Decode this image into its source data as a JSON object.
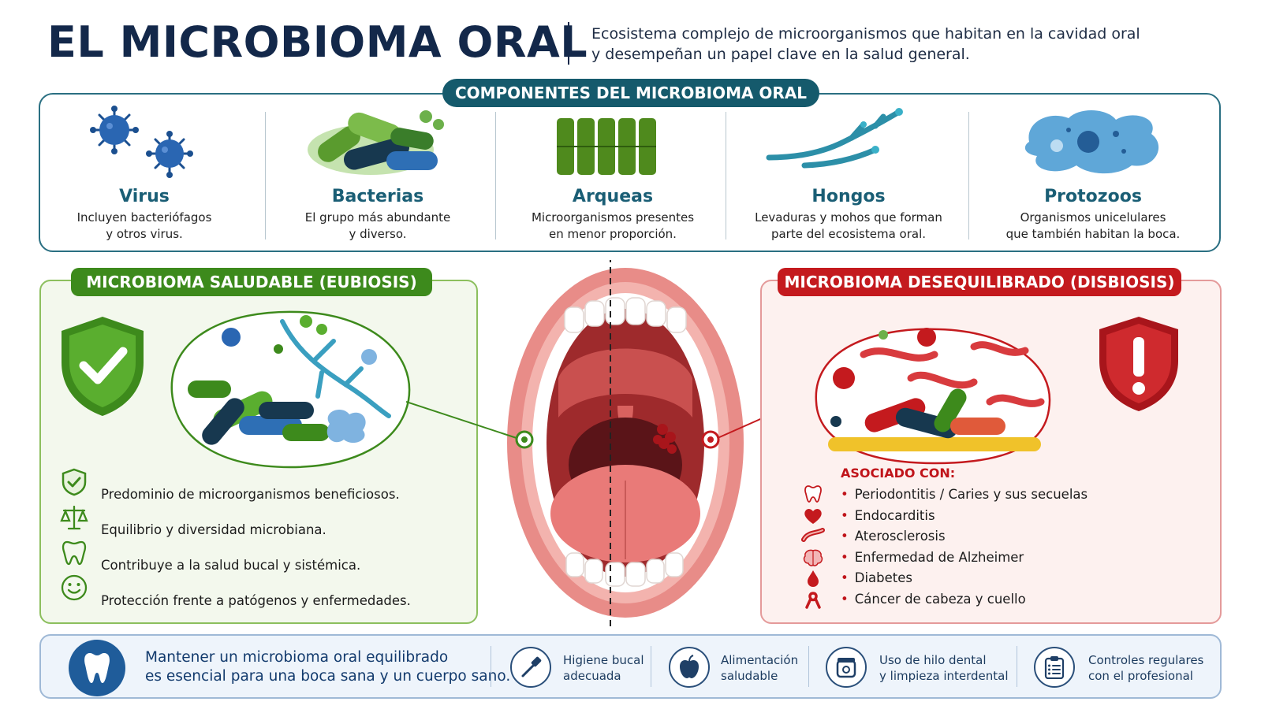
{
  "header": {
    "title": "EL MICROBIOMA ORAL",
    "subtitle_line1": "Ecosistema complejo de microorganismos que habitan en la cavidad oral",
    "subtitle_line2": "y desempeñan un papel clave en la salud general."
  },
  "components": {
    "title": "COMPONENTES DEL MICROBIOMA ORAL",
    "items": [
      {
        "name": "Virus",
        "desc_line1": "Incluyen bacteriófagos",
        "desc_line2": "y otros virus.",
        "icon": "virus-icon"
      },
      {
        "name": "Bacterias",
        "desc_line1": "El grupo más abundante",
        "desc_line2": "y diverso.",
        "icon": "bacteria-icon"
      },
      {
        "name": "Arqueas",
        "desc_line1": "Microorganismos presentes",
        "desc_line2": "en menor proporción.",
        "icon": "archaea-icon"
      },
      {
        "name": "Hongos",
        "desc_line1": "Levaduras y mohos que forman",
        "desc_line2": "parte del ecosistema oral.",
        "icon": "fungi-icon"
      },
      {
        "name": "Protozoos",
        "desc_line1": "Organismos unicelulares",
        "desc_line2": "que también habitan la boca.",
        "icon": "protozoa-icon"
      }
    ]
  },
  "eubiosis": {
    "title": "MICROBIOMA SALUDABLE (EUBIOSIS)",
    "items": [
      {
        "text": "Predominio de microorganismos beneficiosos.",
        "icon": "shield-check-icon"
      },
      {
        "text": "Equilibrio y diversidad microbiana.",
        "icon": "balance-scale-icon"
      },
      {
        "text": "Contribuye a la salud bucal y sistémica.",
        "icon": "tooth-icon"
      },
      {
        "text": "Protección frente a patógenos y enfermedades.",
        "icon": "smiley-icon"
      }
    ]
  },
  "disbiosis": {
    "title": "MICROBIOMA DESEQUILIBRADO (DISBIOSIS)",
    "assoc_label": "ASOCIADO CON:",
    "items": [
      {
        "text": "Periodontitis / Caries y sus secuelas",
        "icon": "tooth-icon"
      },
      {
        "text": "Endocarditis",
        "icon": "heart-icon"
      },
      {
        "text": "Aterosclerosis",
        "icon": "artery-icon"
      },
      {
        "text": "Enfermedad de Alzheimer",
        "icon": "brain-icon"
      },
      {
        "text": "Diabetes",
        "icon": "blood-drop-icon"
      },
      {
        "text": "Cáncer de cabeza y cuello",
        "icon": "cancer-ribbon-icon"
      }
    ]
  },
  "footer": {
    "main_line1": "Mantener un microbioma oral equilibrado",
    "main_line2": "es esencial para una boca sana y un cuerpo sano.",
    "items": [
      {
        "line1": "Higiene bucal",
        "line2": "adecuada",
        "icon": "toothbrush-icon"
      },
      {
        "line1": "Alimentación",
        "line2": "saludable",
        "icon": "apple-icon"
      },
      {
        "line1": "Uso de hilo dental",
        "line2": "y limpieza interdental",
        "icon": "dental-floss-icon"
      },
      {
        "line1": "Controles regulares",
        "line2": "con el profesional",
        "icon": "clipboard-icon"
      }
    ]
  },
  "colors": {
    "navy": "#13284a",
    "teal": "#155a6c",
    "green": "#3d8a1c",
    "red": "#c41a1e",
    "blue": "#1f5c9a"
  }
}
